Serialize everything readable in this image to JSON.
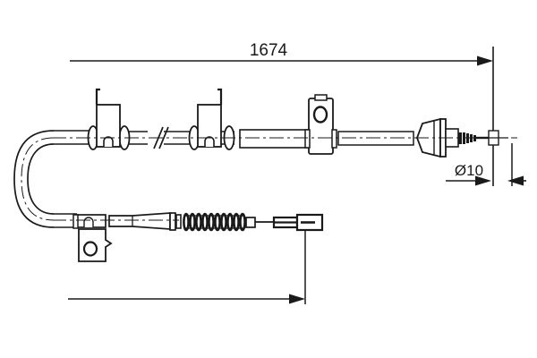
{
  "drawing": {
    "title": "Parking brake cable assembly drawing",
    "background_color": "#ffffff",
    "line_color": "#1a1a1a",
    "sheet_width": 600,
    "sheet_height": 400
  },
  "dimensions": {
    "overall_length": {
      "label": "1674",
      "unit": "mm",
      "position": "top",
      "arrow_style": "single-arrow-right"
    },
    "diameter": {
      "label": "Ø10",
      "unit": "mm",
      "position": "bottom-right",
      "arrow_style": "double-arrow-inward"
    },
    "lower_run": {
      "label": "",
      "unit": "mm",
      "position": "bottom",
      "arrow_style": "single-arrow-right"
    }
  },
  "components": {
    "upper_cable_label": "upper cable run",
    "lower_cable_label": "lower cable run",
    "u_bend_label": "180 degree cable bend",
    "bracket_1_label": "hook bracket left",
    "bracket_2_label": "hook bracket right",
    "eyelet_bracket_label": "mounting bracket with hole",
    "rubber_boot_label": "conical rubber boot",
    "threaded_end_label": "threaded adjuster end",
    "spring_label": "coil spring guide",
    "clevis_end_label": "flat clevis terminal",
    "abs_bracket_label": "sensor bracket with hole",
    "break_symbol_label": "break symbol"
  }
}
